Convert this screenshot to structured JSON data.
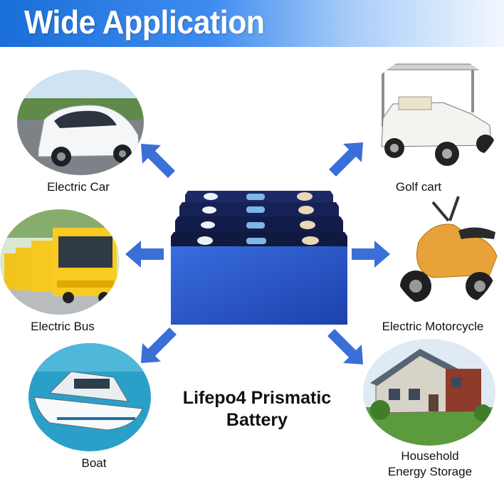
{
  "header": {
    "title": "Wide Application"
  },
  "applications": {
    "electric_car": "Electric Car",
    "golf_cart": "Golf cart",
    "electric_bus": "Electric Bus",
    "electric_motorcycle": "Electric Motorcycle",
    "boat": "Boat",
    "household_line1": "Household",
    "household_line2": "Energy Storage"
  },
  "center": {
    "line1": "Lifepo4 Prismatic",
    "line2": "Battery"
  },
  "colors": {
    "arrow": "#3a6fd8",
    "battery": "#1f4fc1",
    "banner": "#1a6ed8"
  }
}
